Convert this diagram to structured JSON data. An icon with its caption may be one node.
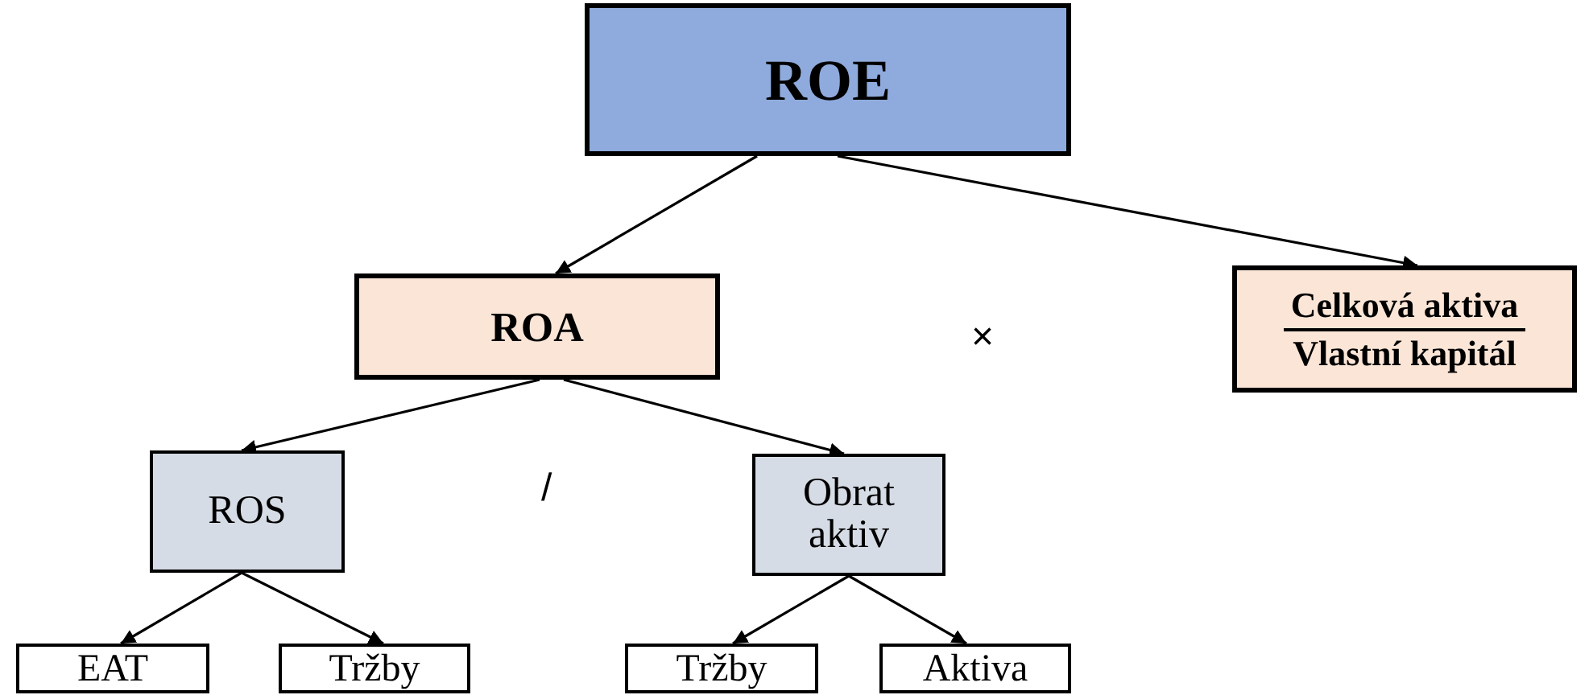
{
  "diagram": {
    "nodes": [
      {
        "text": [
          "ROE"
        ]
      },
      {
        "text": [
          "ROA"
        ]
      },
      {
        "text": [
          "Celková aktiva",
          "Vlastní kapitál"
        ]
      },
      {
        "text": [
          "ROS"
        ]
      },
      {
        "text": [
          "Obrat aktiv"
        ]
      },
      {
        "text": [
          "EAT"
        ]
      },
      {
        "text": [
          "Tržby"
        ]
      },
      {
        "text": [
          "Tržby"
        ]
      },
      {
        "text": [
          "Aktiva"
        ]
      }
    ],
    "edges": [
      {
        "from": 0,
        "to": 1,
        "arrow": "to"
      },
      {
        "from": 0,
        "to": 2,
        "arrow": "to"
      },
      {
        "from": 1,
        "to": 3,
        "arrow": "to"
      },
      {
        "from": 1,
        "to": 4,
        "arrow": "to"
      },
      {
        "from": 3,
        "to": 5,
        "arrow": "to"
      },
      {
        "from": 3,
        "to": 6,
        "arrow": "to"
      },
      {
        "from": 4,
        "to": 7,
        "arrow": "to"
      },
      {
        "from": 4,
        "to": 8,
        "arrow": "to"
      }
    ],
    "labels": [
      "×",
      "/"
    ]
  }
}
